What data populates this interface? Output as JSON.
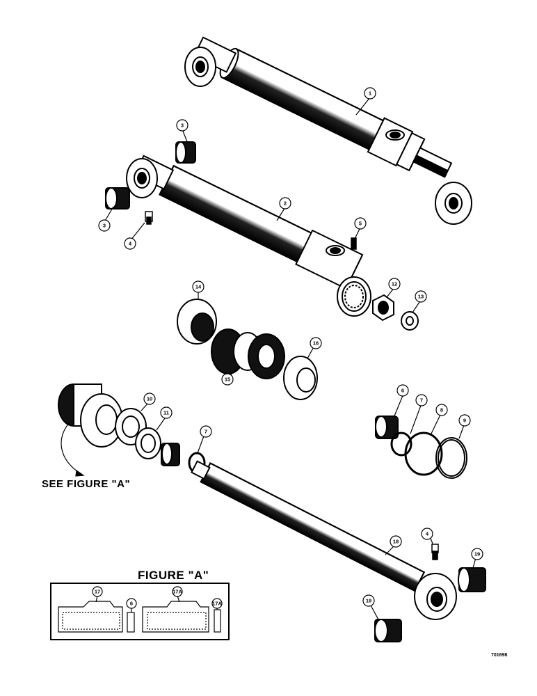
{
  "see_figure_label": "SEE FIGURE \"A\"",
  "figure_a": {
    "title": "FIGURE \"A\"",
    "callouts": [
      "17",
      "6",
      "17A",
      "17A"
    ]
  },
  "drawing_number": "701698",
  "callouts": [
    {
      "id": "c1",
      "label": "1"
    },
    {
      "id": "c2",
      "label": "2"
    },
    {
      "id": "c3a",
      "label": "3"
    },
    {
      "id": "c3b",
      "label": "3"
    },
    {
      "id": "c4a",
      "label": "4"
    },
    {
      "id": "c5",
      "label": "5"
    },
    {
      "id": "c12",
      "label": "12"
    },
    {
      "id": "c13",
      "label": "13"
    },
    {
      "id": "c14",
      "label": "14"
    },
    {
      "id": "c15",
      "label": "15"
    },
    {
      "id": "c16",
      "label": "16"
    },
    {
      "id": "c10",
      "label": "10"
    },
    {
      "id": "c11",
      "label": "11"
    },
    {
      "id": "c7a",
      "label": "7"
    },
    {
      "id": "c6",
      "label": "6"
    },
    {
      "id": "c7b",
      "label": "7"
    },
    {
      "id": "c8",
      "label": "8"
    },
    {
      "id": "c9",
      "label": "9"
    },
    {
      "id": "c18",
      "label": "18"
    },
    {
      "id": "c4b",
      "label": "4"
    },
    {
      "id": "c19a",
      "label": "19"
    },
    {
      "id": "c19b",
      "label": "19"
    }
  ]
}
